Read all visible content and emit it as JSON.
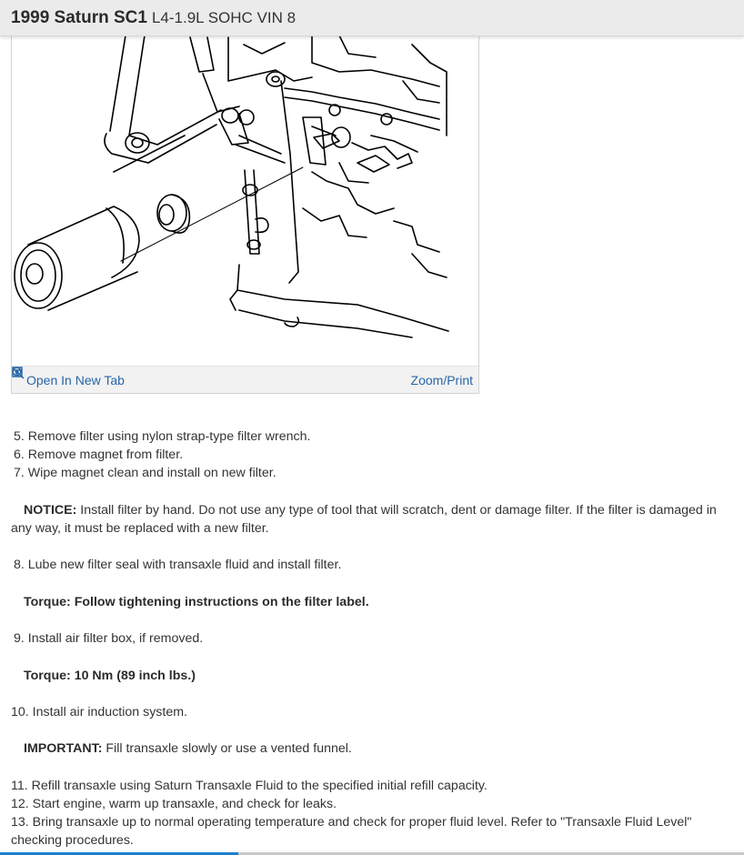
{
  "header": {
    "vehicle": "1999 Saturn SC1",
    "engine": "L4-1.9L SOHC VIN 8"
  },
  "figure": {
    "open_tab_label": "Open In New Tab",
    "open_tab_icon": "open-in-new-tab-icon",
    "zoom_label": "Zoom/Print",
    "zoom_icon": "zoom-magnifier-icon",
    "link_color": "#2866a6"
  },
  "steps": {
    "s5": "5. Remove filter using nylon strap-type filter wrench.",
    "s6": "6. Remove magnet from filter.",
    "s7": "7. Wipe magnet clean and install on new filter.",
    "notice_label": "NOTICE:",
    "notice_text": " Install filter by hand. Do not use any type of tool that will scratch, dent or damage filter. If the filter is damaged in any way, it must be replaced with a new filter.",
    "s8": "8. Lube new filter seal with transaxle fluid and install filter.",
    "torque1": "Torque: Follow tightening instructions on the filter label.",
    "s9": "9. Install air filter box, if removed.",
    "torque2": "Torque: 10 Nm (89 inch lbs.)",
    "s10": "10. Install air induction system.",
    "important_label": "IMPORTANT:",
    "important_text": " Fill transaxle slowly or use a vented funnel.",
    "s11": "11. Refill transaxle using Saturn Transaxle Fluid to the specified initial refill capacity.",
    "s12": "12. Start engine, warm up transaxle, and check for leaks.",
    "s13": "13. Bring transaxle up to normal operating temperature and check for proper fluid level. Refer to \"Transaxle Fluid Level\" checking procedures."
  },
  "scroll": {
    "progress": 0.32,
    "accent": "#1e7fd0"
  }
}
